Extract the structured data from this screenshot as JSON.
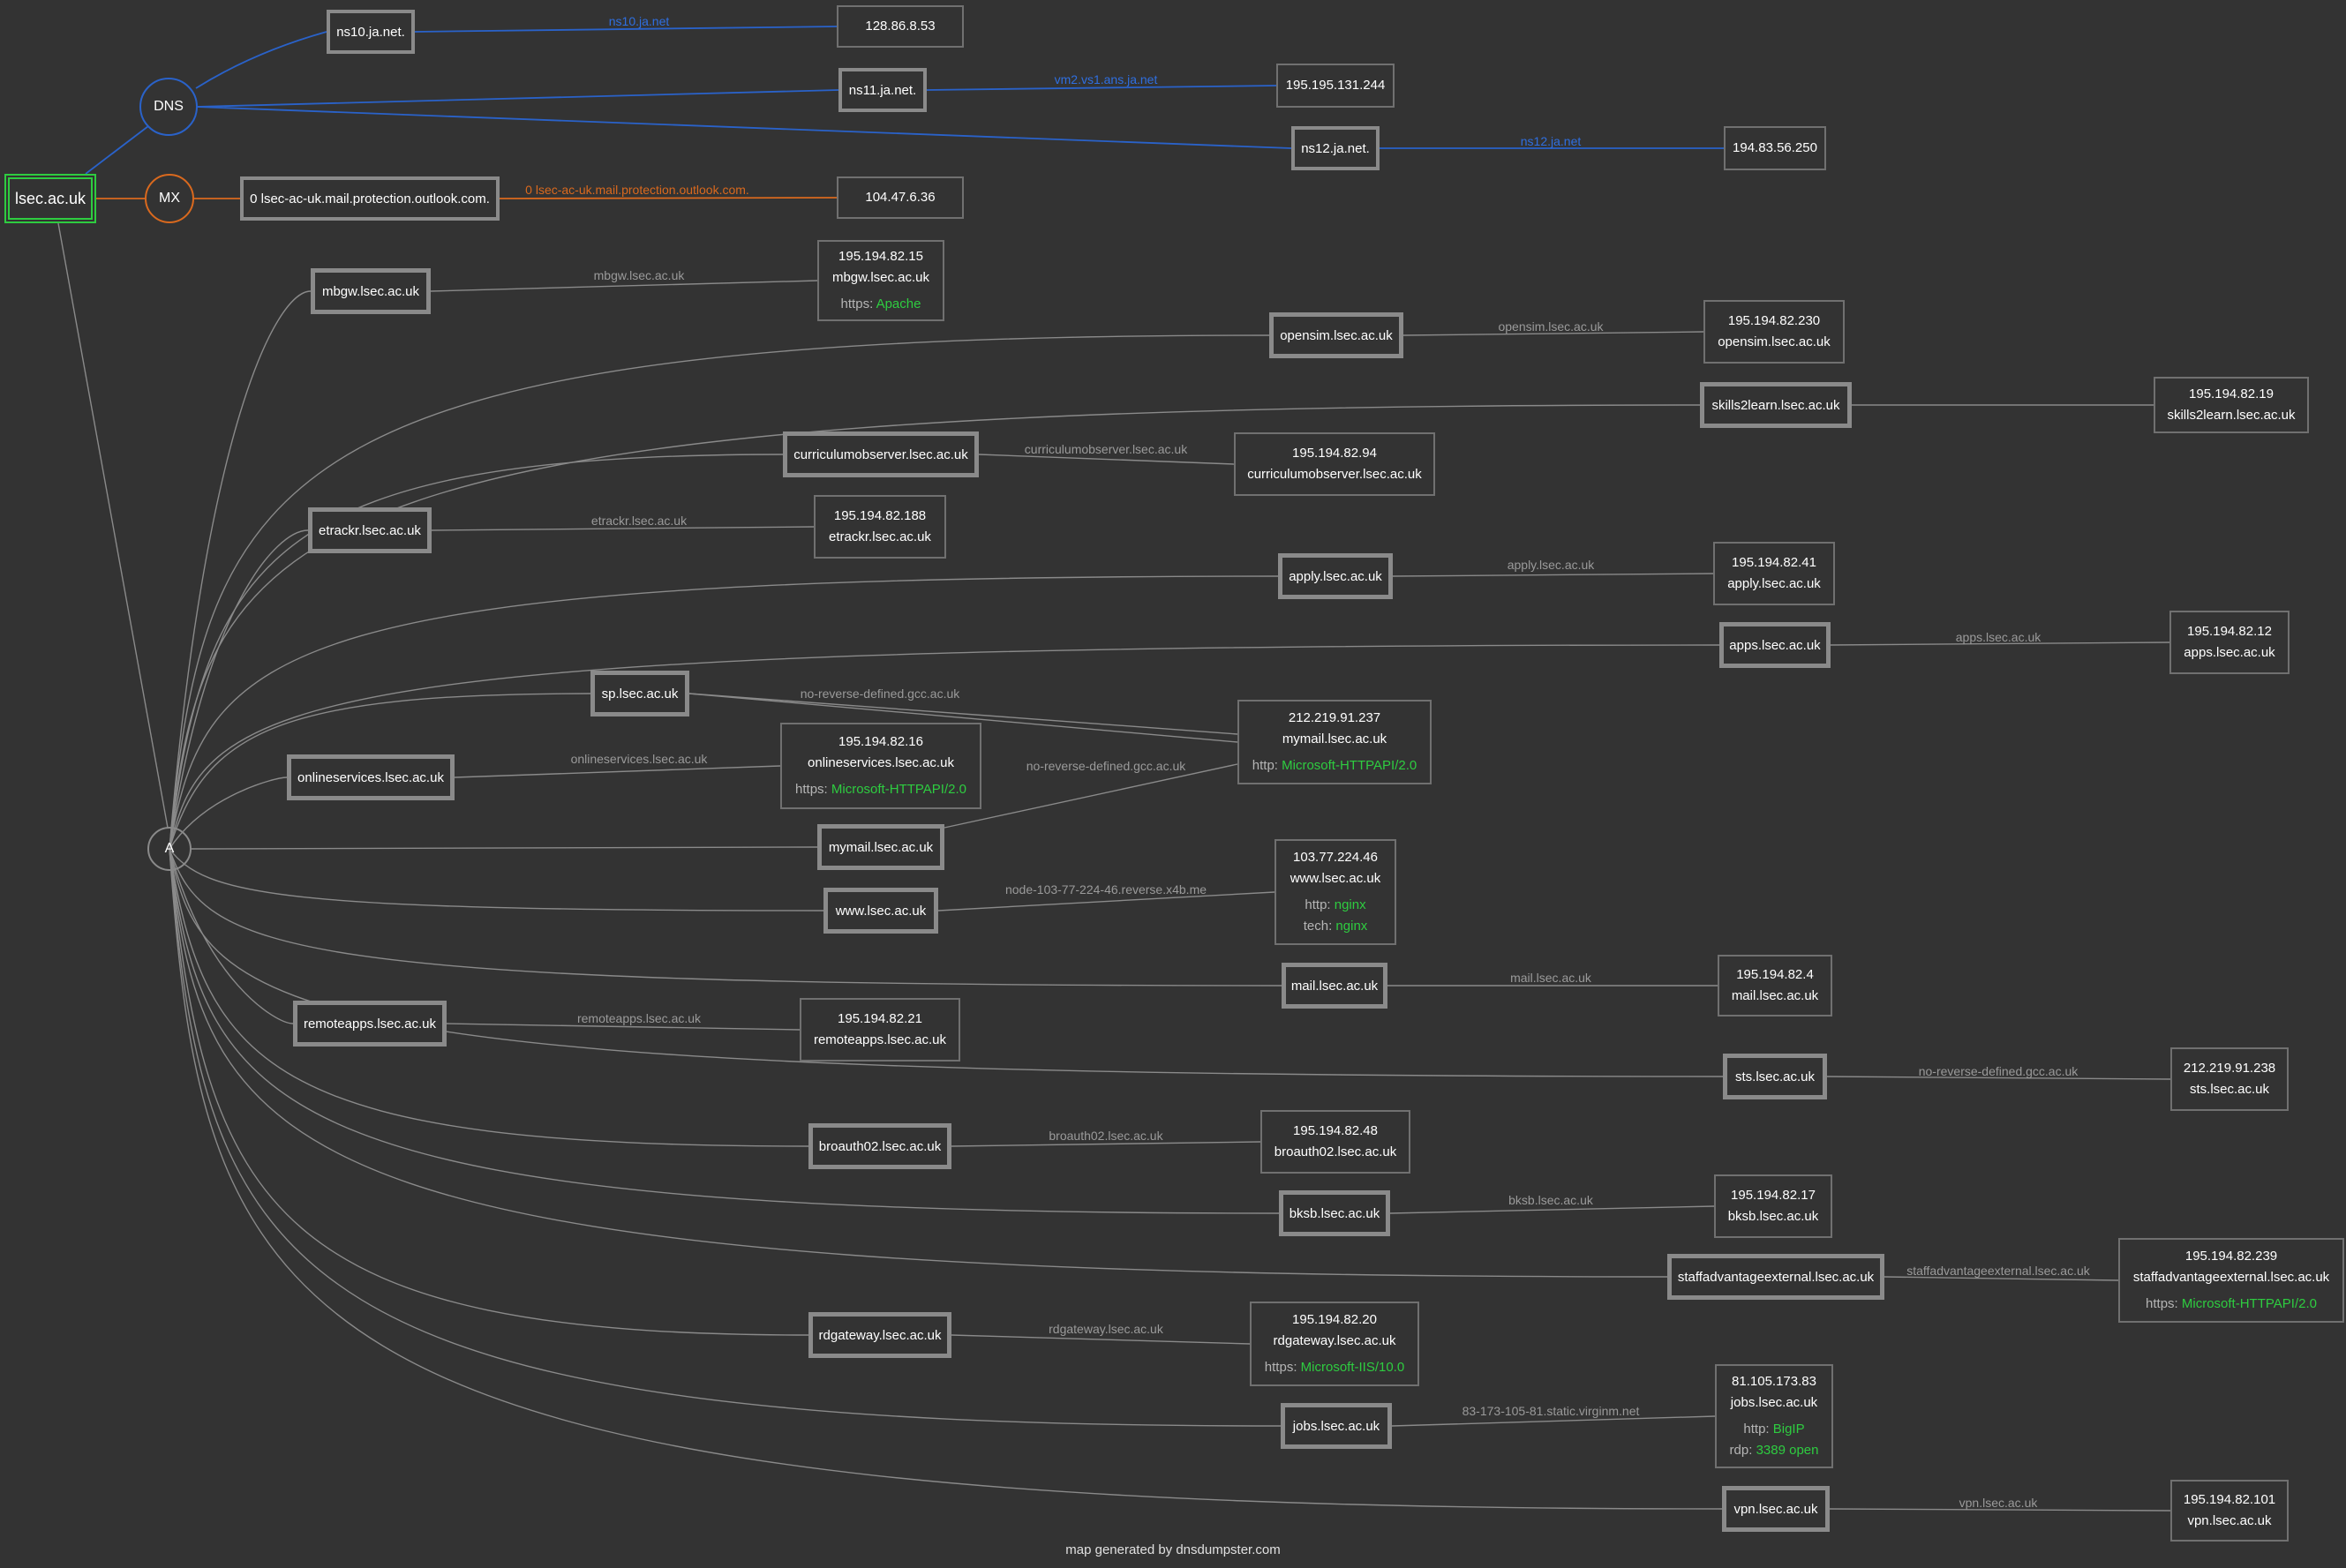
{
  "root": {
    "label": "lsec.ac.uk"
  },
  "groups": {
    "dns": "DNS",
    "mx": "MX",
    "a": "A"
  },
  "colors": {
    "dns": "#2a62c9",
    "mx": "#d9691e",
    "a": "#8a8a8a",
    "root_border": "#2ecc40",
    "service_value": "#2ecc40"
  },
  "dns": [
    {
      "host": "ns10.ja.net.",
      "edge": "ns10.ja.net",
      "ip": "128.86.8.53"
    },
    {
      "host": "ns11.ja.net.",
      "edge": "vm2.vs1.ans.ja.net",
      "ip": "195.195.131.244"
    },
    {
      "host": "ns12.ja.net.",
      "edge": "ns12.ja.net",
      "ip": "194.83.56.250"
    }
  ],
  "mx": [
    {
      "host": "0 lsec-ac-uk.mail.protection.outlook.com.",
      "edge": "0 lsec-ac-uk.mail.protection.outlook.com.",
      "ip": "104.47.6.36"
    }
  ],
  "a_records": [
    {
      "host": "mbgw.lsec.ac.uk",
      "edge": "mbgw.lsec.ac.uk",
      "ip": "195.194.82.15",
      "name": "mbgw.lsec.ac.uk",
      "services": [
        {
          "k": "https:",
          "v": "Apache"
        }
      ]
    },
    {
      "host": "opensim.lsec.ac.uk",
      "edge": "opensim.lsec.ac.uk",
      "ip": "195.194.82.230",
      "name": "opensim.lsec.ac.uk",
      "services": []
    },
    {
      "host": "skills2learn.lsec.ac.uk",
      "edge": "",
      "ip": "195.194.82.19",
      "name": "skills2learn.lsec.ac.uk",
      "services": []
    },
    {
      "host": "curriculumobserver.lsec.ac.uk",
      "edge": "curriculumobserver.lsec.ac.uk",
      "ip": "195.194.82.94",
      "name": "curriculumobserver.lsec.ac.uk",
      "services": []
    },
    {
      "host": "etrackr.lsec.ac.uk",
      "edge": "etrackr.lsec.ac.uk",
      "ip": "195.194.82.188",
      "name": "etrackr.lsec.ac.uk",
      "services": []
    },
    {
      "host": "apply.lsec.ac.uk",
      "edge": "apply.lsec.ac.uk",
      "ip": "195.194.82.41",
      "name": "apply.lsec.ac.uk",
      "services": []
    },
    {
      "host": "apps.lsec.ac.uk",
      "edge": "apps.lsec.ac.uk",
      "ip": "195.194.82.12",
      "name": "apps.lsec.ac.uk",
      "services": []
    },
    {
      "host": "sp.lsec.ac.uk",
      "edge": "no-reverse-defined.gcc.ac.uk",
      "ip": "212.219.91.237",
      "name": "mymail.lsec.ac.uk",
      "services": [
        {
          "k": "http:",
          "v": "Microsoft-HTTPAPI/2.0"
        }
      ]
    },
    {
      "host": "onlineservices.lsec.ac.uk",
      "edge": "onlineservices.lsec.ac.uk",
      "ip": "195.194.82.16",
      "name": "onlineservices.lsec.ac.uk",
      "services": [
        {
          "k": "https:",
          "v": "Microsoft-HTTPAPI/2.0"
        }
      ]
    },
    {
      "host": "mymail.lsec.ac.uk",
      "edge": "no-reverse-defined.gcc.ac.uk"
    },
    {
      "host": "www.lsec.ac.uk",
      "edge": "node-103-77-224-46.reverse.x4b.me",
      "ip": "103.77.224.46",
      "name": "www.lsec.ac.uk",
      "services": [
        {
          "k": "http:",
          "v": "nginx"
        },
        {
          "k": "tech:",
          "v": "nginx"
        }
      ]
    },
    {
      "host": "mail.lsec.ac.uk",
      "edge": "mail.lsec.ac.uk",
      "ip": "195.194.82.4",
      "name": "mail.lsec.ac.uk",
      "services": []
    },
    {
      "host": "remoteapps.lsec.ac.uk",
      "edge": "remoteapps.lsec.ac.uk",
      "ip": "195.194.82.21",
      "name": "remoteapps.lsec.ac.uk",
      "services": []
    },
    {
      "host": "sts.lsec.ac.uk",
      "edge": "no-reverse-defined.gcc.ac.uk",
      "ip": "212.219.91.238",
      "name": "sts.lsec.ac.uk",
      "services": []
    },
    {
      "host": "broauth02.lsec.ac.uk",
      "edge": "broauth02.lsec.ac.uk",
      "ip": "195.194.82.48",
      "name": "broauth02.lsec.ac.uk",
      "services": []
    },
    {
      "host": "bksb.lsec.ac.uk",
      "edge": "bksb.lsec.ac.uk",
      "ip": "195.194.82.17",
      "name": "bksb.lsec.ac.uk",
      "services": []
    },
    {
      "host": "staffadvantageexternal.lsec.ac.uk",
      "edge": "staffadvantageexternal.lsec.ac.uk",
      "ip": "195.194.82.239",
      "name": "staffadvantageexternal.lsec.ac.uk",
      "services": [
        {
          "k": "https:",
          "v": "Microsoft-HTTPAPI/2.0"
        }
      ]
    },
    {
      "host": "rdgateway.lsec.ac.uk",
      "edge": "rdgateway.lsec.ac.uk",
      "ip": "195.194.82.20",
      "name": "rdgateway.lsec.ac.uk",
      "services": [
        {
          "k": "https:",
          "v": "Microsoft-IIS/10.0"
        }
      ]
    },
    {
      "host": "jobs.lsec.ac.uk",
      "edge": "83-173-105-81.static.virginm.net",
      "ip": "81.105.173.83",
      "name": "jobs.lsec.ac.uk",
      "services": [
        {
          "k": "http:",
          "v": "BigIP"
        },
        {
          "k": "rdp:",
          "v": "3389 open"
        }
      ]
    },
    {
      "host": "vpn.lsec.ac.uk",
      "edge": "vpn.lsec.ac.uk",
      "ip": "195.194.82.101",
      "name": "vpn.lsec.ac.uk",
      "services": []
    }
  ],
  "footer": "map generated by dnsdumpster.com"
}
